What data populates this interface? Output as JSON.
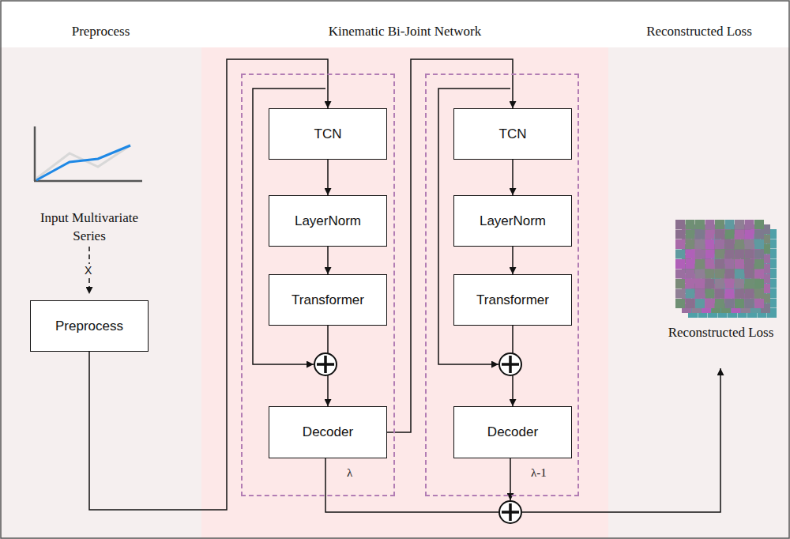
{
  "diagram": {
    "nodes": [
      {
        "text": [
          "Preprocess"
        ]
      },
      {
        "text": [
          "Preprocess"
        ],
        "in": 0
      },
      {
        "text": [
          "Kinematic Bi-Joint Network"
        ]
      },
      {
        "text": [
          "λ"
        ],
        "in": 2
      },
      {
        "text": [
          "TCN"
        ],
        "in": 3
      },
      {
        "text": [
          "LayerNorm"
        ],
        "in": 3
      },
      {
        "text": [
          "Transformer"
        ],
        "in": 3
      },
      {
        "text": [
          "Decoder"
        ],
        "in": 3
      },
      {
        "text": [
          "λ-1"
        ],
        "in": 2
      },
      {
        "text": [
          "TCN"
        ],
        "in": 8
      },
      {
        "text": [
          "LayerNorm"
        ],
        "in": 8
      },
      {
        "text": [
          "Transformer"
        ],
        "in": 8
      },
      {
        "text": [
          "Decoder"
        ],
        "in": 8
      },
      {
        "text": [
          "Reconstructed Loss",
          "Reconstructed Loss"
        ]
      }
    ],
    "edges": [
      {
        "from": 1,
        "to": 4,
        "arrow": "to"
      },
      {
        "from": 4,
        "to": 5,
        "arrow": "to"
      },
      {
        "from": 5,
        "to": 6,
        "arrow": "to"
      },
      {
        "from": 6,
        "to": 7,
        "arrow": "to"
      },
      {
        "from": 7,
        "to": 9,
        "arrow": "to"
      },
      {
        "from": 9,
        "to": 10,
        "arrow": "to"
      },
      {
        "from": 10,
        "to": 11,
        "arrow": "to"
      },
      {
        "from": 11,
        "to": 12,
        "arrow": "to"
      }
    ],
    "labels": [
      "Input Multivariate Series",
      "X"
    ]
  }
}
